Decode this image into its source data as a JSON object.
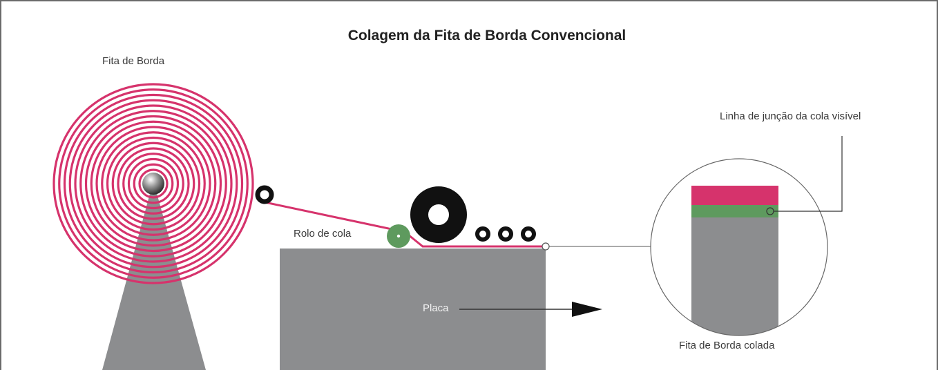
{
  "diagram": {
    "title": "Colagem da Fita de Borda Convencional",
    "labels": {
      "spool": "Fita de Borda",
      "glue_roller": "Rolo de cola",
      "board": "Placa",
      "glue_joint": "Linha de junção da cola visível",
      "result": "Fita de Borda colada"
    },
    "colors": {
      "edge_tape": "#d6336c",
      "glue": "#5e9a5e",
      "board": "#8c8d8f",
      "roller": "#111111",
      "frame": "#6b6b6b"
    }
  }
}
